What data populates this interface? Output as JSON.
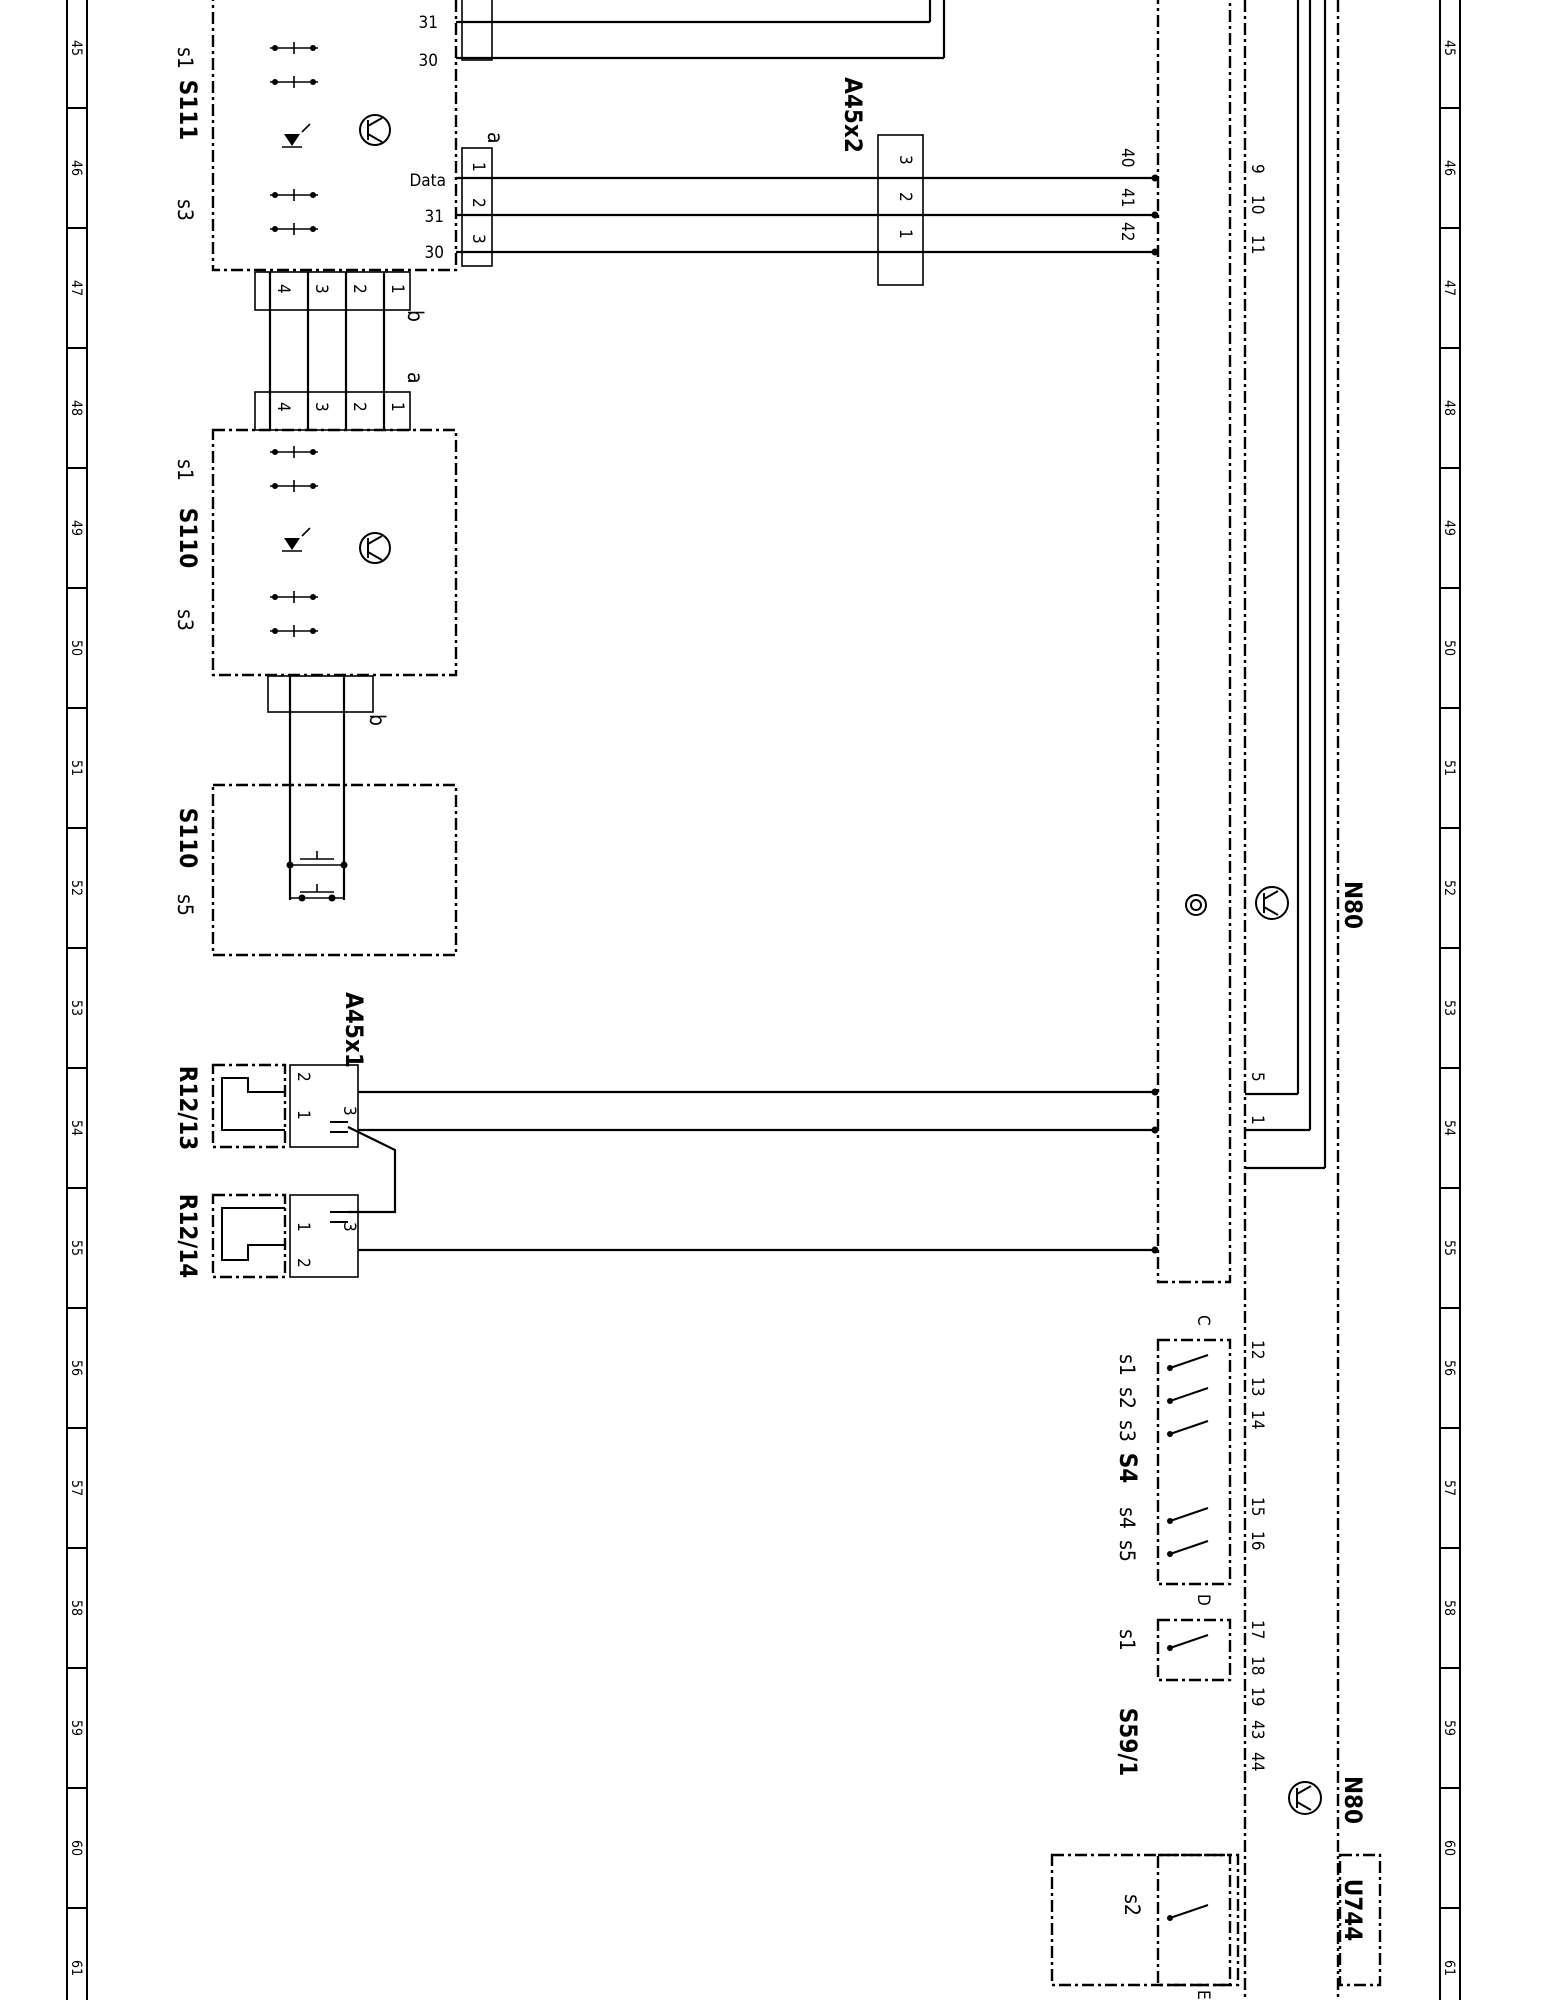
{
  "grid_numbers": [
    "45",
    "46",
    "47",
    "48",
    "49",
    "50",
    "51",
    "52",
    "53",
    "54",
    "55",
    "56",
    "57",
    "58",
    "59",
    "60",
    "61"
  ],
  "components": {
    "s111": {
      "label": "S111",
      "sub_a": "s1",
      "sub_b": "s3"
    },
    "s110": {
      "label": "S110",
      "sub_a": "s1",
      "sub_b": "s3"
    },
    "s110_s5": {
      "label": "S110",
      "sub": "s5"
    },
    "a45x1": {
      "label": "A45x1"
    },
    "a45x2": {
      "label": "A45x2"
    },
    "r1213": {
      "label": "R12/13"
    },
    "r1214": {
      "label": "R12/14"
    },
    "n80_top": {
      "label": "N80"
    },
    "n80_bottom": {
      "label": "N80"
    },
    "u744": {
      "label": "U744"
    },
    "s4": {
      "label": "S4",
      "subs": [
        "s1",
        "s2",
        "s3",
        "s4",
        "s5"
      ],
      "conn": "C"
    },
    "s591": {
      "label": "S59/1",
      "sub": "s1",
      "conn": "D"
    },
    "s2_switch": {
      "sub": "s2",
      "conn": "E"
    }
  },
  "s111_pins": {
    "data": "Data",
    "p31a": "31",
    "p30a": "30",
    "p31b": "31",
    "p30b": "30",
    "one": "1",
    "two": "2",
    "three": "3",
    "conn_a": "a",
    "conn_b": "b",
    "p4": "4",
    "p3": "3",
    "p2": "2",
    "p1": "1"
  },
  "s110_pins": {
    "p4": "4",
    "p3": "3",
    "p2": "2",
    "p1": "1",
    "conn_a": "a",
    "conn_b": "b"
  },
  "a45x2_pins": [
    "3",
    "2",
    "1"
  ],
  "a45x1_pins": {
    "top2": "2",
    "top1": "1",
    "top3": "3",
    "bot3": "3",
    "bot1": "1",
    "bot2": "2"
  },
  "n80_pins": [
    "40",
    "41",
    "42"
  ],
  "bus_pins": [
    "9",
    "10",
    "11"
  ],
  "bus_pins_lower": [
    "5",
    "1"
  ],
  "s4_pins": [
    "12",
    "13",
    "14",
    "15",
    "16"
  ],
  "s59_pins": [
    "17",
    "18",
    "19",
    "43",
    "44"
  ]
}
